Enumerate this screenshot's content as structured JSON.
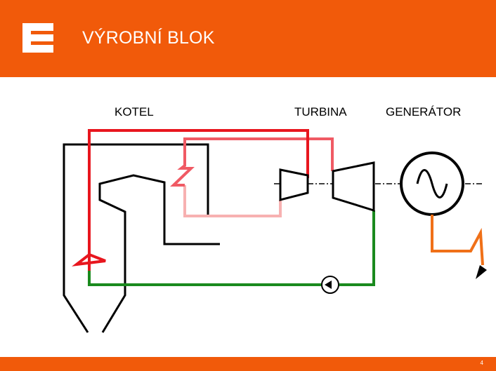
{
  "header": {
    "title": "VÝROBNÍ BLOK",
    "logo_icon": "cez-e-logo-icon"
  },
  "labels": {
    "boiler": "KOTEL",
    "turbine": "TURBINA",
    "generator": "GENERÁTOR"
  },
  "footer": {
    "page_number": "4"
  },
  "colors": {
    "brand_orange": "#f15a0a",
    "live_steam": "#e8161e",
    "reheat_hot": "#f05a64",
    "reheat_cold": "#f7b1b1",
    "feedwater": "#1a8a1e",
    "generator_output": "#f07018"
  }
}
